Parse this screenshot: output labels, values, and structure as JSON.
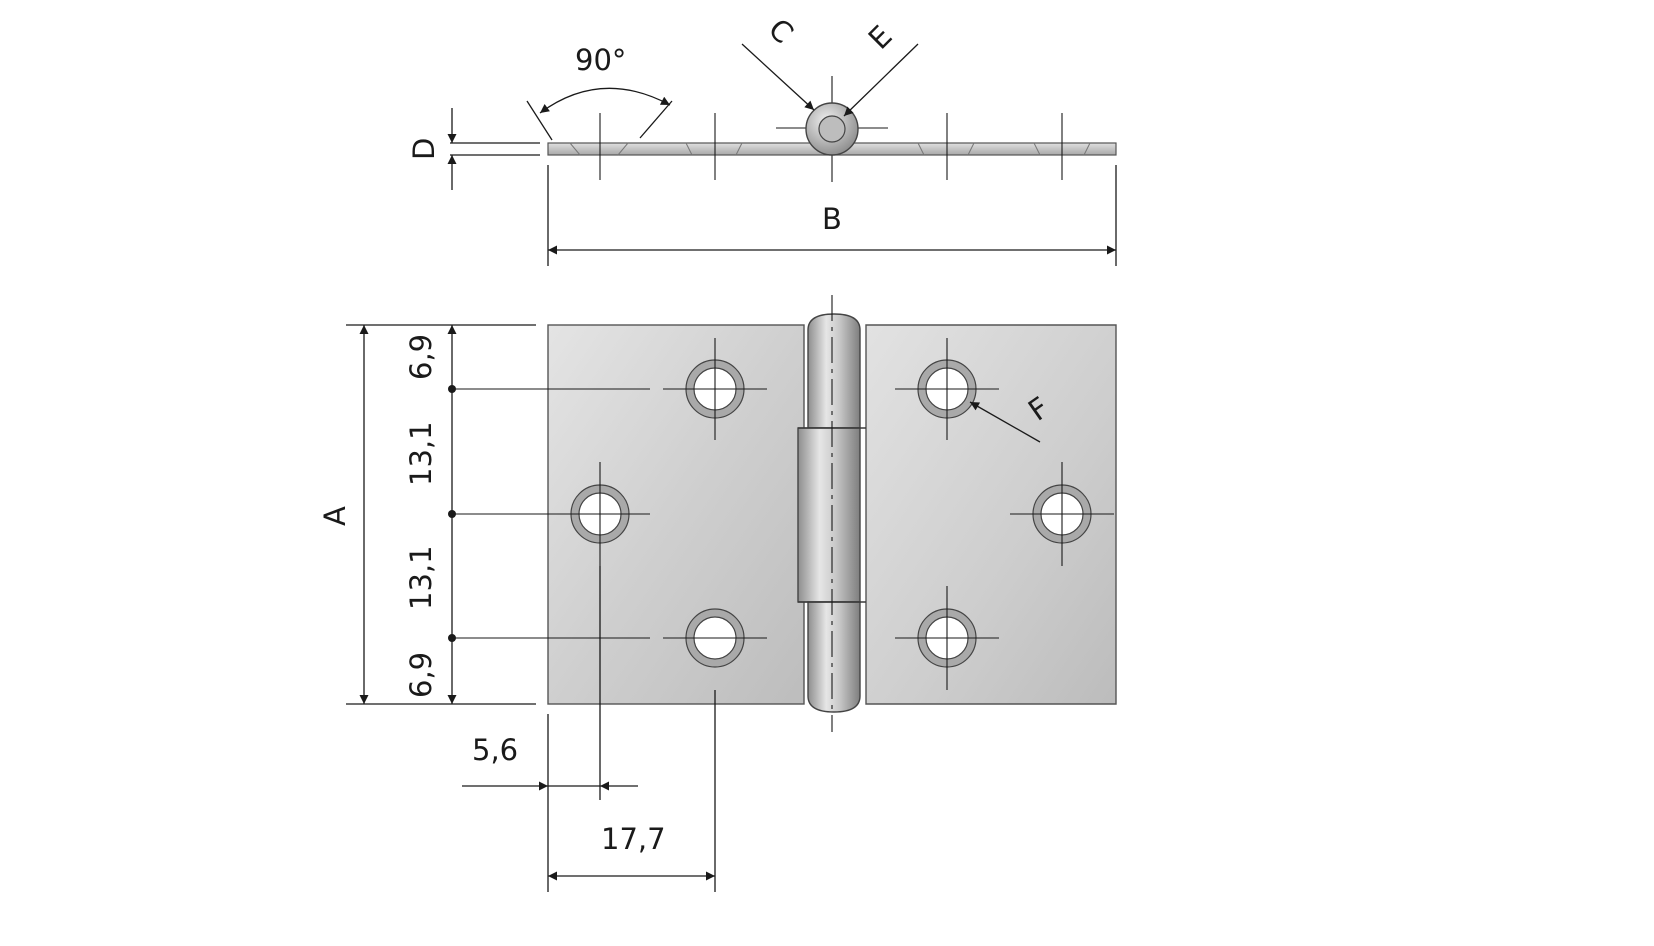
{
  "drawing": {
    "angle_label": "90°",
    "labels": {
      "A": "A",
      "B": "B",
      "C": "C",
      "D": "D",
      "E": "E",
      "F": "F"
    },
    "dimensions": {
      "top_edge_to_first_hole": "6,9",
      "first_to_middle_hole": "13,1",
      "middle_to_last_hole": "13,1",
      "last_hole_to_bottom_edge": "6,9",
      "edge_to_outer_hole": "5,6",
      "edge_to_inner_holes": "17,7"
    }
  }
}
